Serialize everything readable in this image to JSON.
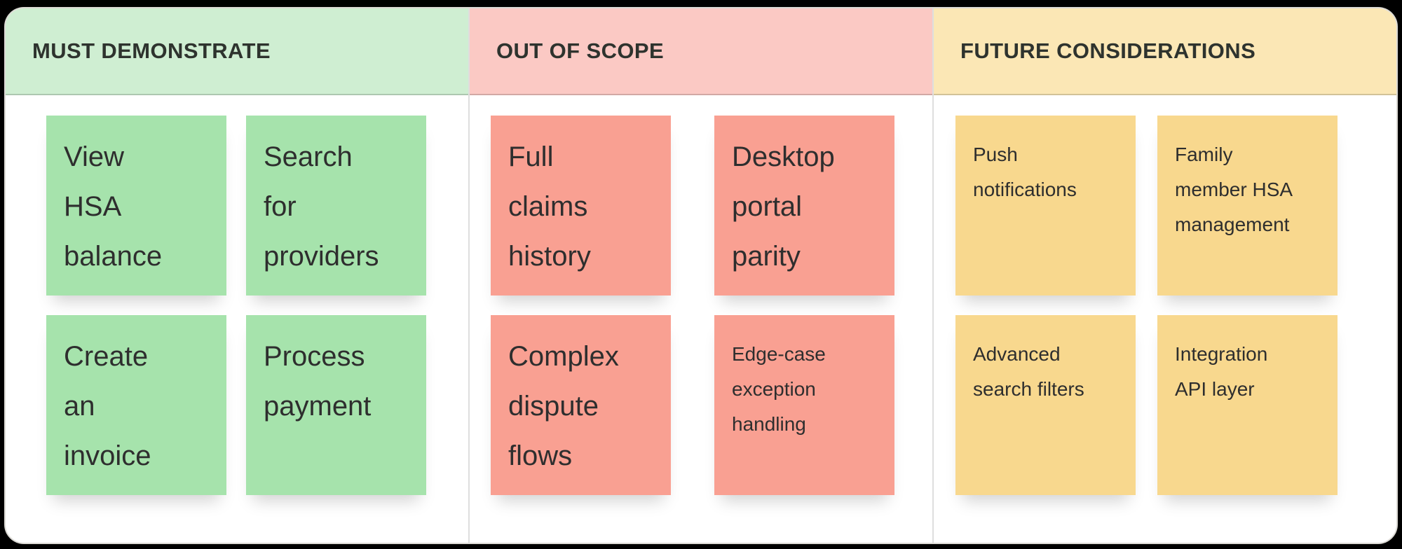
{
  "canvas": {
    "outer_background": "#000000",
    "board_background": "#ffffff",
    "divider_color": "#d8d8d8"
  },
  "board": {
    "columns": [
      {
        "title": "MUST DEMONSTRATE",
        "header_color": "#cfeed2",
        "note_color": "#a6e3ac",
        "notes": [
          {
            "lines": [
              "View",
              "HSA",
              "balance"
            ],
            "size": "large"
          },
          {
            "lines": [
              "Search",
              "for",
              "providers"
            ],
            "size": "large"
          },
          {
            "lines": [
              "Create",
              "an",
              "invoice"
            ],
            "size": "large"
          },
          {
            "lines": [
              "Process",
              "payment"
            ],
            "size": "large"
          }
        ]
      },
      {
        "title": "OUT OF SCOPE",
        "header_color": "#fbc9c4",
        "note_color": "#f9a092",
        "notes": [
          {
            "lines": [
              "Full",
              "claims",
              "history"
            ],
            "size": "large"
          },
          {
            "lines": [
              "Desktop",
              "portal",
              "parity"
            ],
            "size": "large"
          },
          {
            "lines": [
              "Complex",
              "dispute",
              "flows"
            ],
            "size": "large"
          },
          {
            "lines": [
              "Edge-case",
              "exception",
              "handling"
            ],
            "size": "small"
          }
        ]
      },
      {
        "title": "FUTURE CONSIDERATIONS",
        "header_color": "#fbe7b5",
        "note_color": "#f8d88e",
        "notes": [
          {
            "lines": [
              "Push",
              "notifications"
            ],
            "size": "small"
          },
          {
            "lines": [
              "Family",
              "member HSA",
              "management"
            ],
            "size": "small"
          },
          {
            "lines": [
              "Advanced",
              "search filters"
            ],
            "size": "small"
          },
          {
            "lines": [
              "Integration",
              "API layer"
            ],
            "size": "small"
          }
        ]
      }
    ]
  }
}
